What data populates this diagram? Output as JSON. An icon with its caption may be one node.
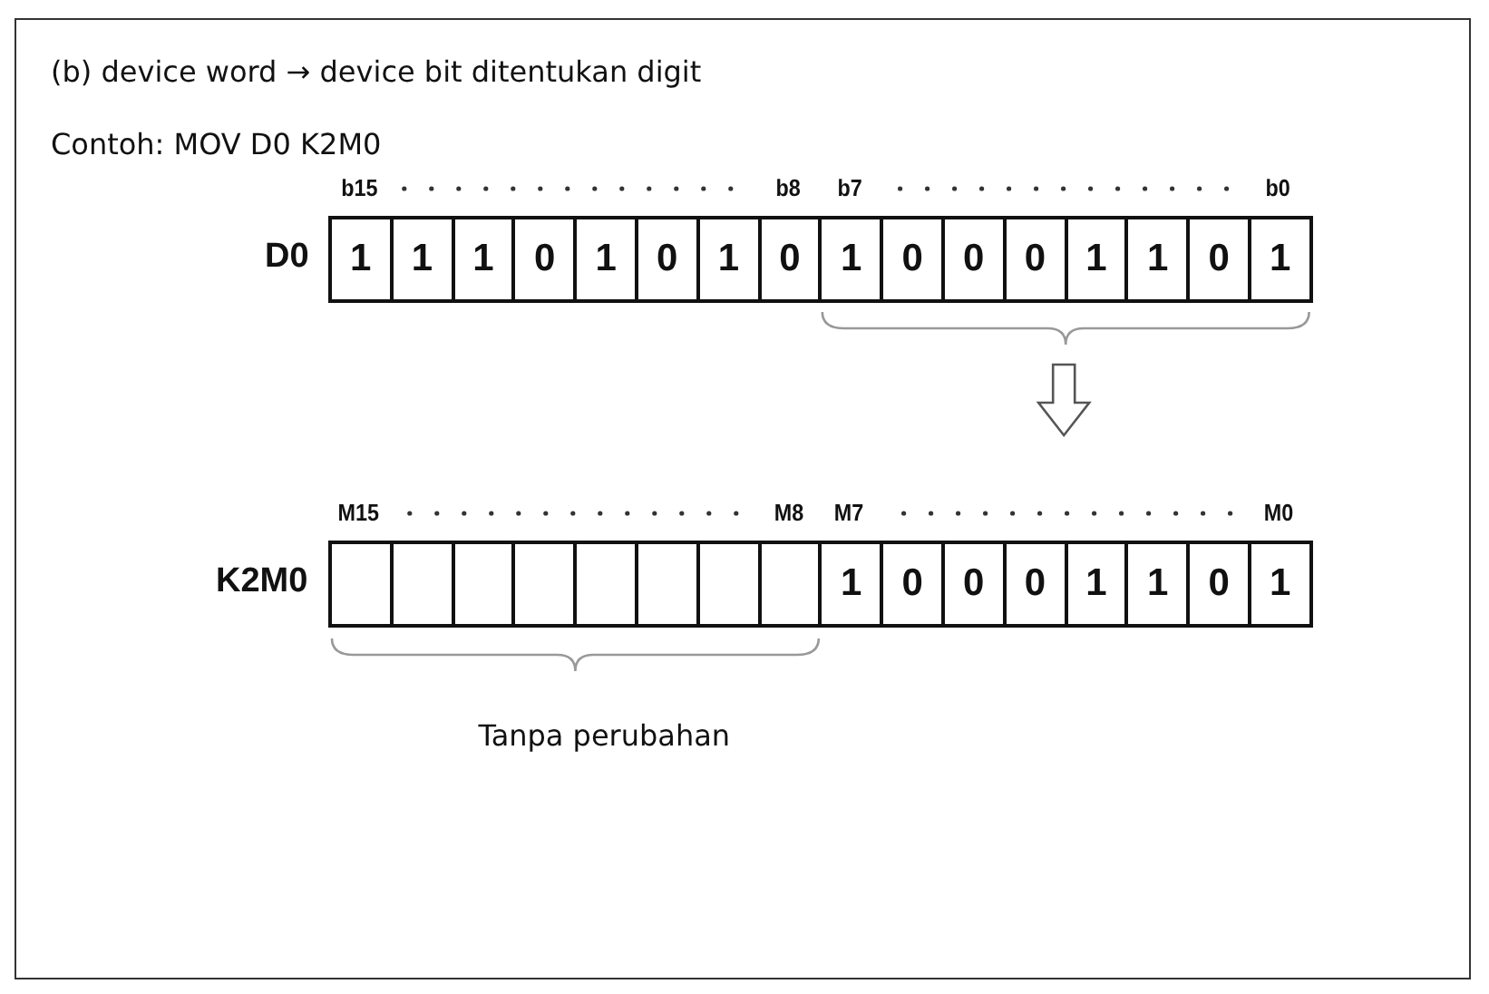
{
  "diagram": {
    "title": "(b) device word → device bit ditentukan digit",
    "nodes": [
      {
        "text": [
          "1"
        ]
      },
      {
        "text": [
          "1"
        ]
      },
      {
        "text": [
          "1"
        ]
      },
      {
        "text": [
          "0"
        ]
      },
      {
        "text": [
          "1"
        ]
      },
      {
        "text": [
          "0"
        ]
      },
      {
        "text": [
          "1"
        ]
      },
      {
        "text": [
          "0"
        ]
      },
      {
        "text": [
          "1"
        ]
      },
      {
        "text": [
          "0"
        ]
      },
      {
        "text": [
          "0"
        ]
      },
      {
        "text": [
          "0"
        ]
      },
      {
        "text": [
          "1"
        ]
      },
      {
        "text": [
          "1"
        ]
      },
      {
        "text": [
          "0"
        ]
      },
      {
        "text": [
          "1"
        ]
      },
      {
        "text": [],
        "shape": "box"
      },
      {
        "text": [],
        "shape": "box"
      },
      {
        "text": [],
        "shape": "box"
      },
      {
        "text": [],
        "shape": "box"
      },
      {
        "text": [],
        "shape": "box"
      },
      {
        "text": [],
        "shape": "box"
      },
      {
        "text": [],
        "shape": "box"
      },
      {
        "text": [],
        "shape": "box"
      },
      {
        "text": [
          "1"
        ]
      },
      {
        "text": [
          "0"
        ]
      },
      {
        "text": [
          "0"
        ]
      },
      {
        "text": [
          "0"
        ]
      },
      {
        "text": [
          "1"
        ]
      },
      {
        "text": [
          "1"
        ]
      },
      {
        "text": [
          "0"
        ]
      },
      {
        "text": [
          "1"
        ]
      }
    ],
    "labels": [
      "Contoh: MOV D0 K2M0",
      "b15",
      "b8",
      "b7",
      "b0",
      "D0",
      "M15",
      "M8",
      "M7",
      "M0",
      "K2M0",
      "Tanpa perubahan"
    ]
  }
}
